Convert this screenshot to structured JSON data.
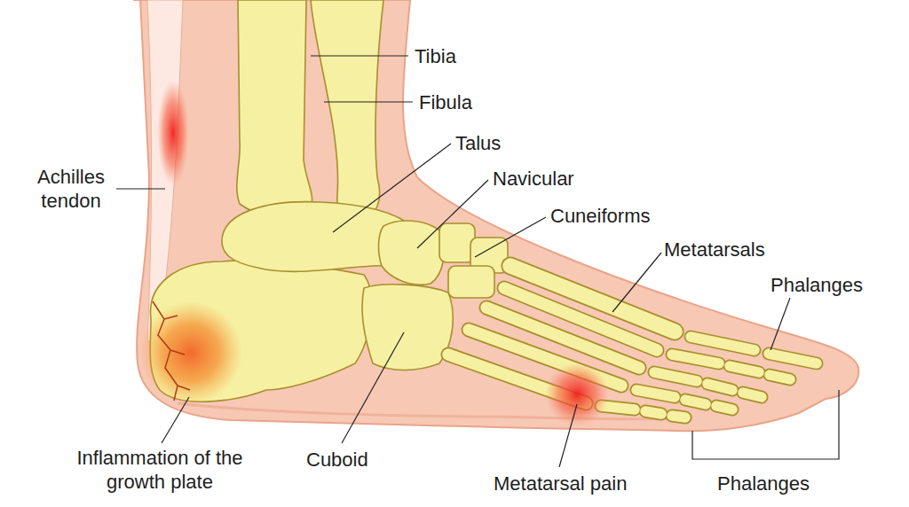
{
  "diagram": {
    "labels": [
      "Tibia",
      "Fibula",
      "Talus",
      "Achilles tendon",
      "Navicular",
      "Cuneiforms",
      "Metatarsals",
      "Phalanges",
      "Inflammation of the growth plate",
      "Cuboid",
      "Metatarsal pain",
      "Phalanges"
    ]
  }
}
